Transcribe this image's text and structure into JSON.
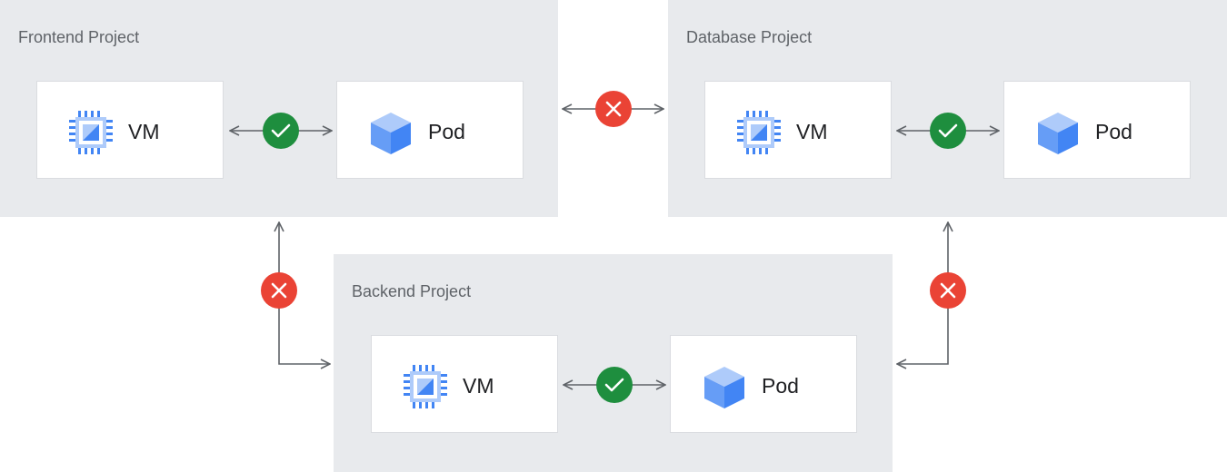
{
  "projects": {
    "frontend": {
      "title": "Frontend Project",
      "vm_label": "VM",
      "pod_label": "Pod"
    },
    "database": {
      "title": "Database Project",
      "vm_label": "VM",
      "pod_label": "Pod"
    },
    "backend": {
      "title": "Backend Project",
      "vm_label": "VM",
      "pod_label": "Pod"
    }
  },
  "connections": [
    {
      "from": "frontend-vm",
      "to": "frontend-pod",
      "status": "allowed"
    },
    {
      "from": "database-vm",
      "to": "database-pod",
      "status": "allowed"
    },
    {
      "from": "backend-vm",
      "to": "backend-pod",
      "status": "allowed"
    },
    {
      "from": "frontend",
      "to": "database",
      "status": "denied"
    },
    {
      "from": "frontend",
      "to": "backend",
      "status": "denied"
    },
    {
      "from": "backend",
      "to": "database",
      "status": "denied"
    }
  ],
  "icons": {
    "vm": "vm-chip-icon",
    "pod": "pod-cube-icon",
    "allowed": "check-circle-icon",
    "denied": "cross-circle-icon"
  },
  "colors": {
    "allowed": "#1e8e3e",
    "denied": "#ea4335",
    "project_bg": "#e8eaed",
    "icon_blue": "#4285f4"
  }
}
